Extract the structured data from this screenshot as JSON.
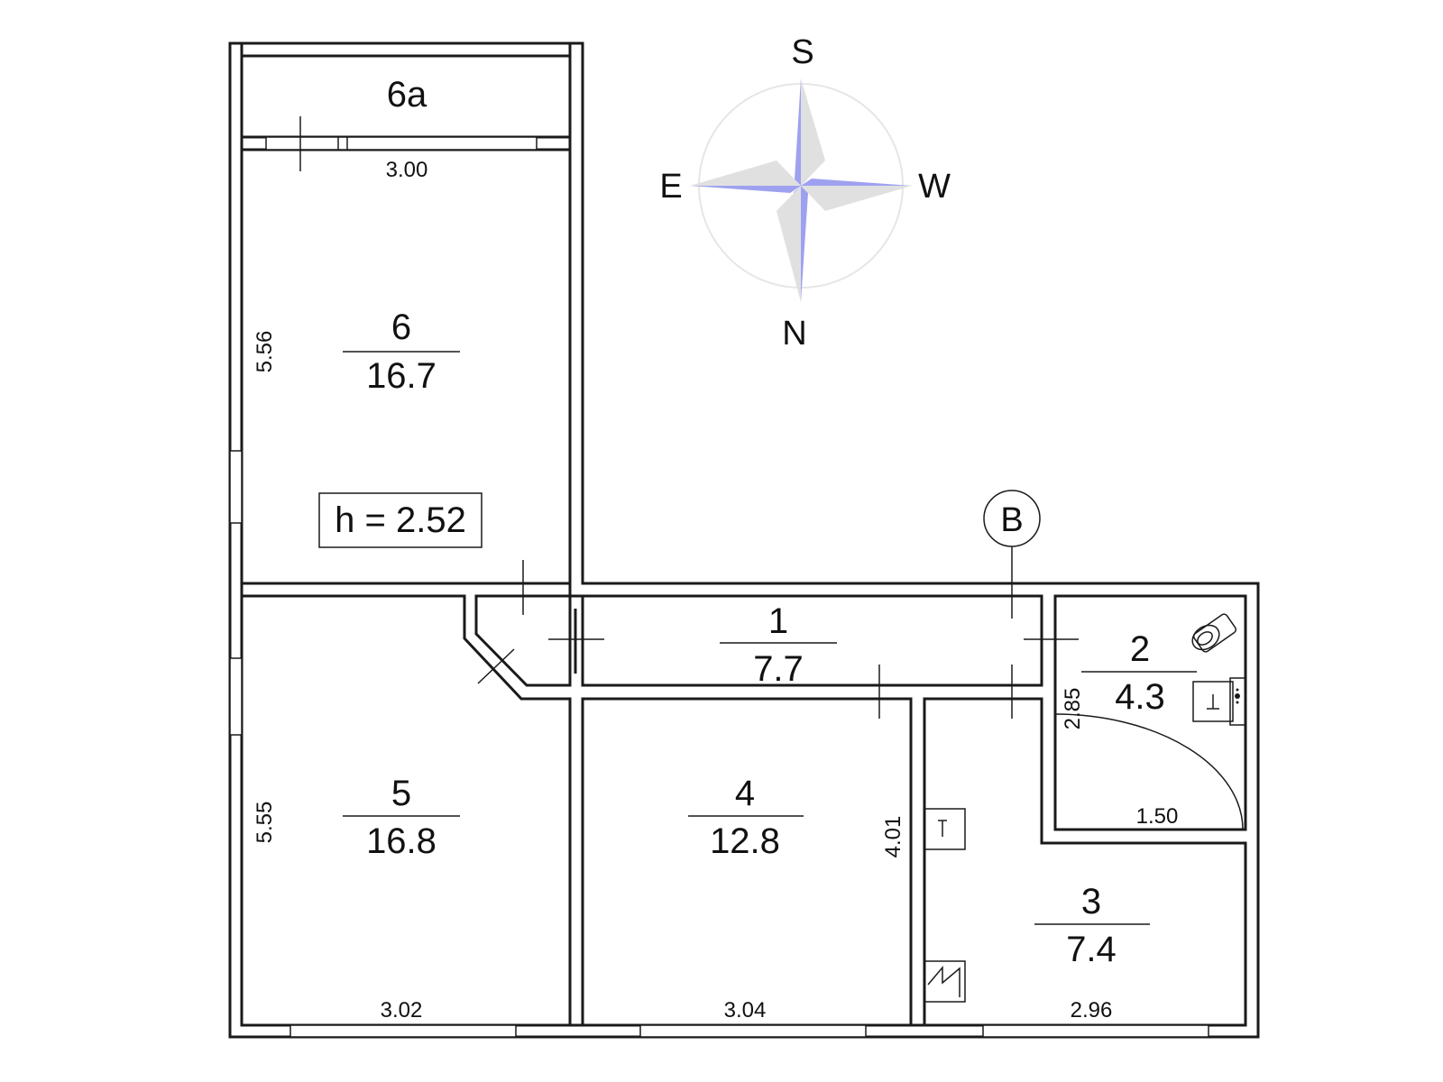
{
  "rooms": [
    {
      "id": "1",
      "area": "7.7"
    },
    {
      "id": "2",
      "area": "4.3"
    },
    {
      "id": "3",
      "area": "7.4"
    },
    {
      "id": "4",
      "area": "12.8"
    },
    {
      "id": "5",
      "area": "16.8"
    },
    {
      "id": "6",
      "area": "16.7"
    }
  ],
  "balcony": {
    "label": "6a"
  },
  "ceiling_height": "h = 2.52",
  "entrance_marker": "B",
  "compass": {
    "top": "S",
    "left": "E",
    "right": "W",
    "bottom": "N",
    "colors": {
      "dark": "#9ea1f0",
      "light": "#e0e0e0"
    }
  },
  "dimensions": {
    "room6_width": "3.00",
    "room6_length": "5.56",
    "room5_length": "5.55",
    "room5_width": "3.02",
    "room4_width": "3.04",
    "room4_length": "4.01",
    "room3_width": "2.96",
    "room2_width": "1.50",
    "room2_length": "2.85"
  }
}
